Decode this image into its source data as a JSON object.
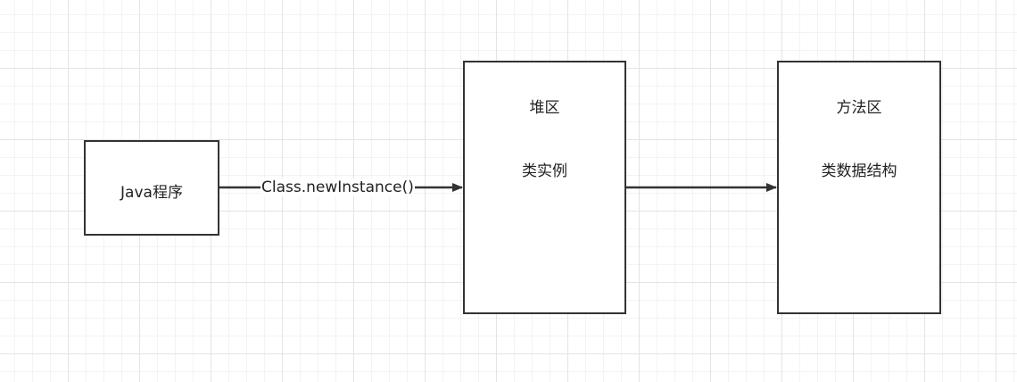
{
  "nodes": {
    "java_program": {
      "label": "Java程序"
    },
    "heap": {
      "title": "堆区",
      "subtitle": "类实例"
    },
    "method_area": {
      "title": "方法区",
      "subtitle": "类数据结构"
    }
  },
  "edges": {
    "java_to_heap": {
      "label": "Class.newInstance()"
    },
    "heap_to_method": {
      "label": ""
    }
  },
  "colors": {
    "stroke": "#333333",
    "grid_major": "#e4e4e4",
    "grid_minor": "#f3f3f3",
    "background": "#ffffff"
  }
}
